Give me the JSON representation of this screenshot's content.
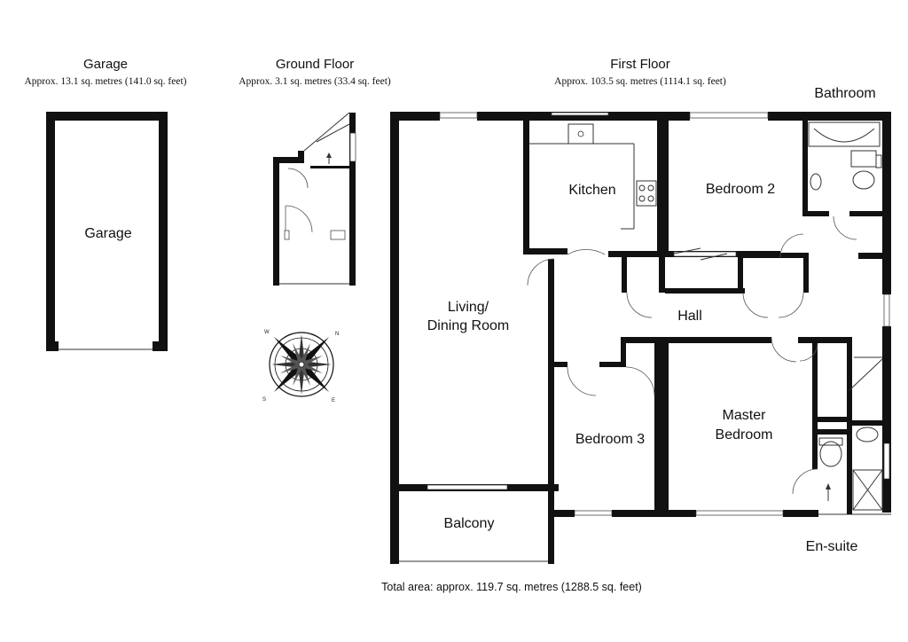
{
  "sections": {
    "garage": {
      "title": "Garage",
      "area": "Approx. 13.1 sq. metres (141.0 sq. feet)"
    },
    "ground_floor": {
      "title": "Ground Floor",
      "area": "Approx. 3.1 sq. metres (33.4 sq. feet)"
    },
    "first_floor": {
      "title": "First Floor",
      "area": "Approx. 103.5 sq. metres (1114.1 sq. feet)"
    }
  },
  "rooms": {
    "garage": "Garage",
    "kitchen": "Kitchen",
    "bedroom_2": "Bedroom 2",
    "bathroom": "Bathroom",
    "living_line1": "Living/",
    "living_line2": "Dining Room",
    "hall": "Hall",
    "bedroom_3": "Bedroom 3",
    "master_line1": "Master",
    "master_line2": "Bedroom",
    "balcony": "Balcony",
    "en_suite": "En-suite"
  },
  "compass": {
    "n": "N",
    "e": "E",
    "s": "S",
    "w": "W"
  },
  "total_area": "Total area: approx. 119.7 sq. metres (1288.5 sq. feet)"
}
